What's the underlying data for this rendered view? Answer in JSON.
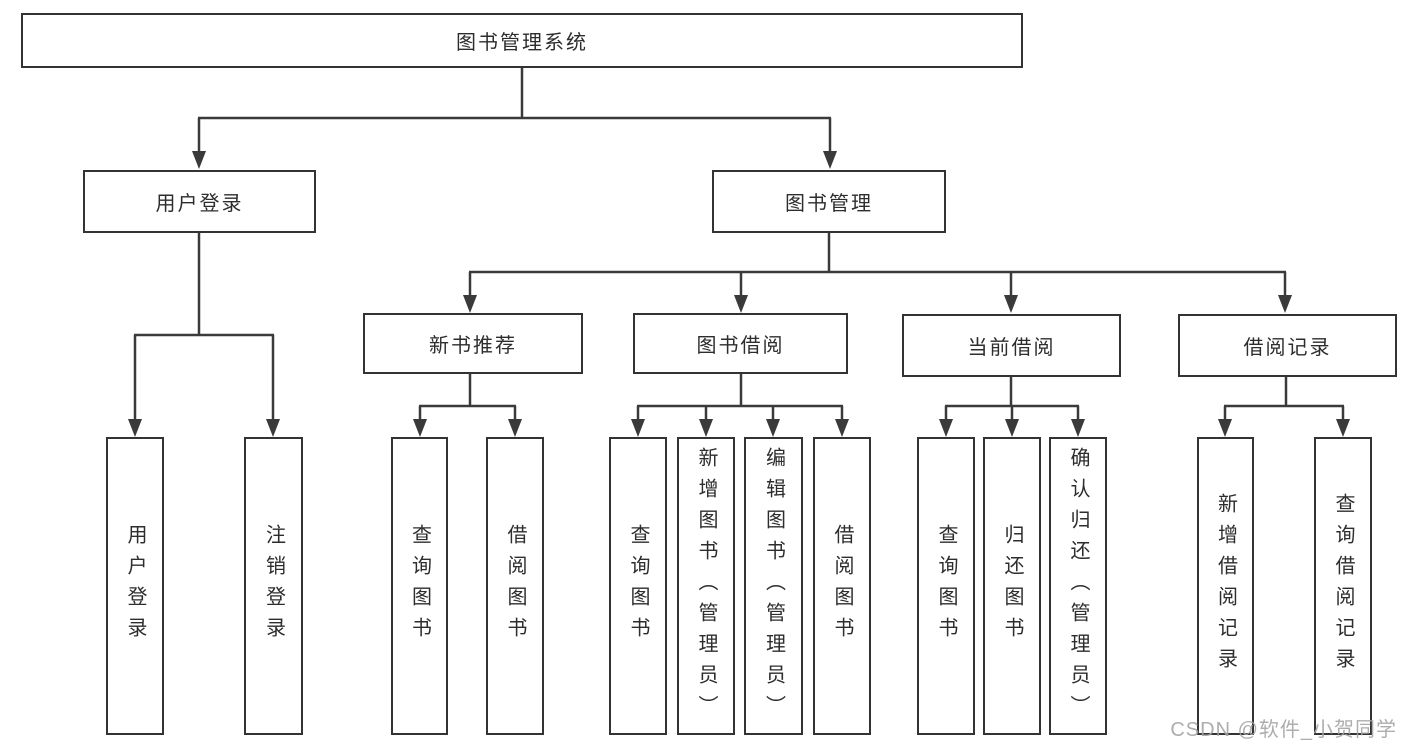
{
  "diagram": {
    "root": {
      "label": "图书管理系统"
    },
    "branches": [
      {
        "label": "用户登录",
        "children": [
          {
            "label": "用户登录"
          },
          {
            "label": "注销登录"
          }
        ]
      },
      {
        "label": "图书管理",
        "children": [
          {
            "label": "新书推荐",
            "children": [
              {
                "label": "查询图书"
              },
              {
                "label": "借阅图书"
              }
            ]
          },
          {
            "label": "图书借阅",
            "children": [
              {
                "label": "查询图书"
              },
              {
                "label": "新增图书（管理员）"
              },
              {
                "label": "编辑图书（管理员）"
              },
              {
                "label": "借阅图书"
              }
            ]
          },
          {
            "label": "当前借阅",
            "children": [
              {
                "label": "查询图书"
              },
              {
                "label": "归还图书"
              },
              {
                "label": "确认归还（管理员）"
              }
            ]
          },
          {
            "label": "借阅记录",
            "children": [
              {
                "label": "新增借阅记录"
              },
              {
                "label": "查询借阅记录"
              }
            ]
          }
        ]
      }
    ],
    "colors": {
      "line": "#3a3a3a",
      "border": "#333333",
      "text": "#2d2d2d",
      "watermark": "#a4a4a4"
    }
  },
  "watermark": {
    "text": "CSDN @软件_小贺同学"
  }
}
